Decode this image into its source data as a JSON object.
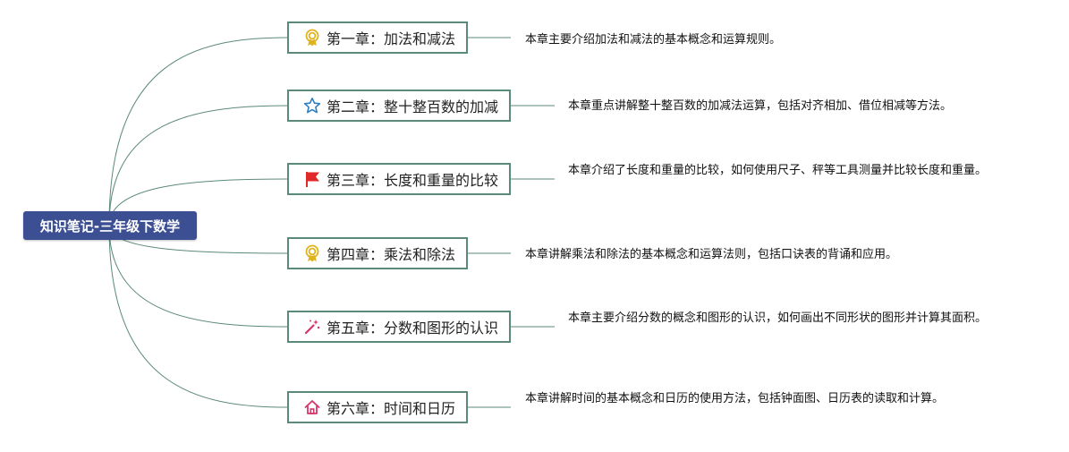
{
  "root": {
    "title": "知识笔记-三年级下数学"
  },
  "chapters": [
    {
      "title": "第一章：加法和减法",
      "icon": "award-ribbon-icon",
      "icon_color": "#e0b21b",
      "description": "本章主要介绍加法和减法的基本概念和运算规则。"
    },
    {
      "title": "第二章：整十整百数的加减",
      "icon": "star-outline-icon",
      "icon_color": "#2d7fc1",
      "description": "本章重点讲解整十整百数的加减法运算，包括对齐相加、借位相减等方法。"
    },
    {
      "title": "第三章：长度和重量的比较",
      "icon": "red-flag-icon",
      "icon_color": "#e02a2a",
      "description": "本章介绍了长度和重量的比较，如何使用尺子、秤等工具测量并比较长度和重量。"
    },
    {
      "title": "第四章：乘法和除法",
      "icon": "award-ribbon-icon",
      "icon_color": "#e0b21b",
      "description": "本章讲解乘法和除法的基本概念和运算法则，包括口诀表的背诵和应用。"
    },
    {
      "title": "第五章：分数和图形的认识",
      "icon": "magic-wand-icon",
      "icon_color": "#d8346a",
      "description": "本章主要介绍分数的概念和图形的认识，如何画出不同形状的图形并计算其面积。"
    },
    {
      "title": "第六章：时间和日历",
      "icon": "home-icon",
      "icon_color": "#d8346a",
      "description": "本章讲解时间的基本概念和日历的使用方法，包括钟面图、日历表的读取和计算。"
    }
  ],
  "colors": {
    "root_background": "#3d4f93",
    "connector": "#5b8a78",
    "node_border": "#5b8a78"
  }
}
